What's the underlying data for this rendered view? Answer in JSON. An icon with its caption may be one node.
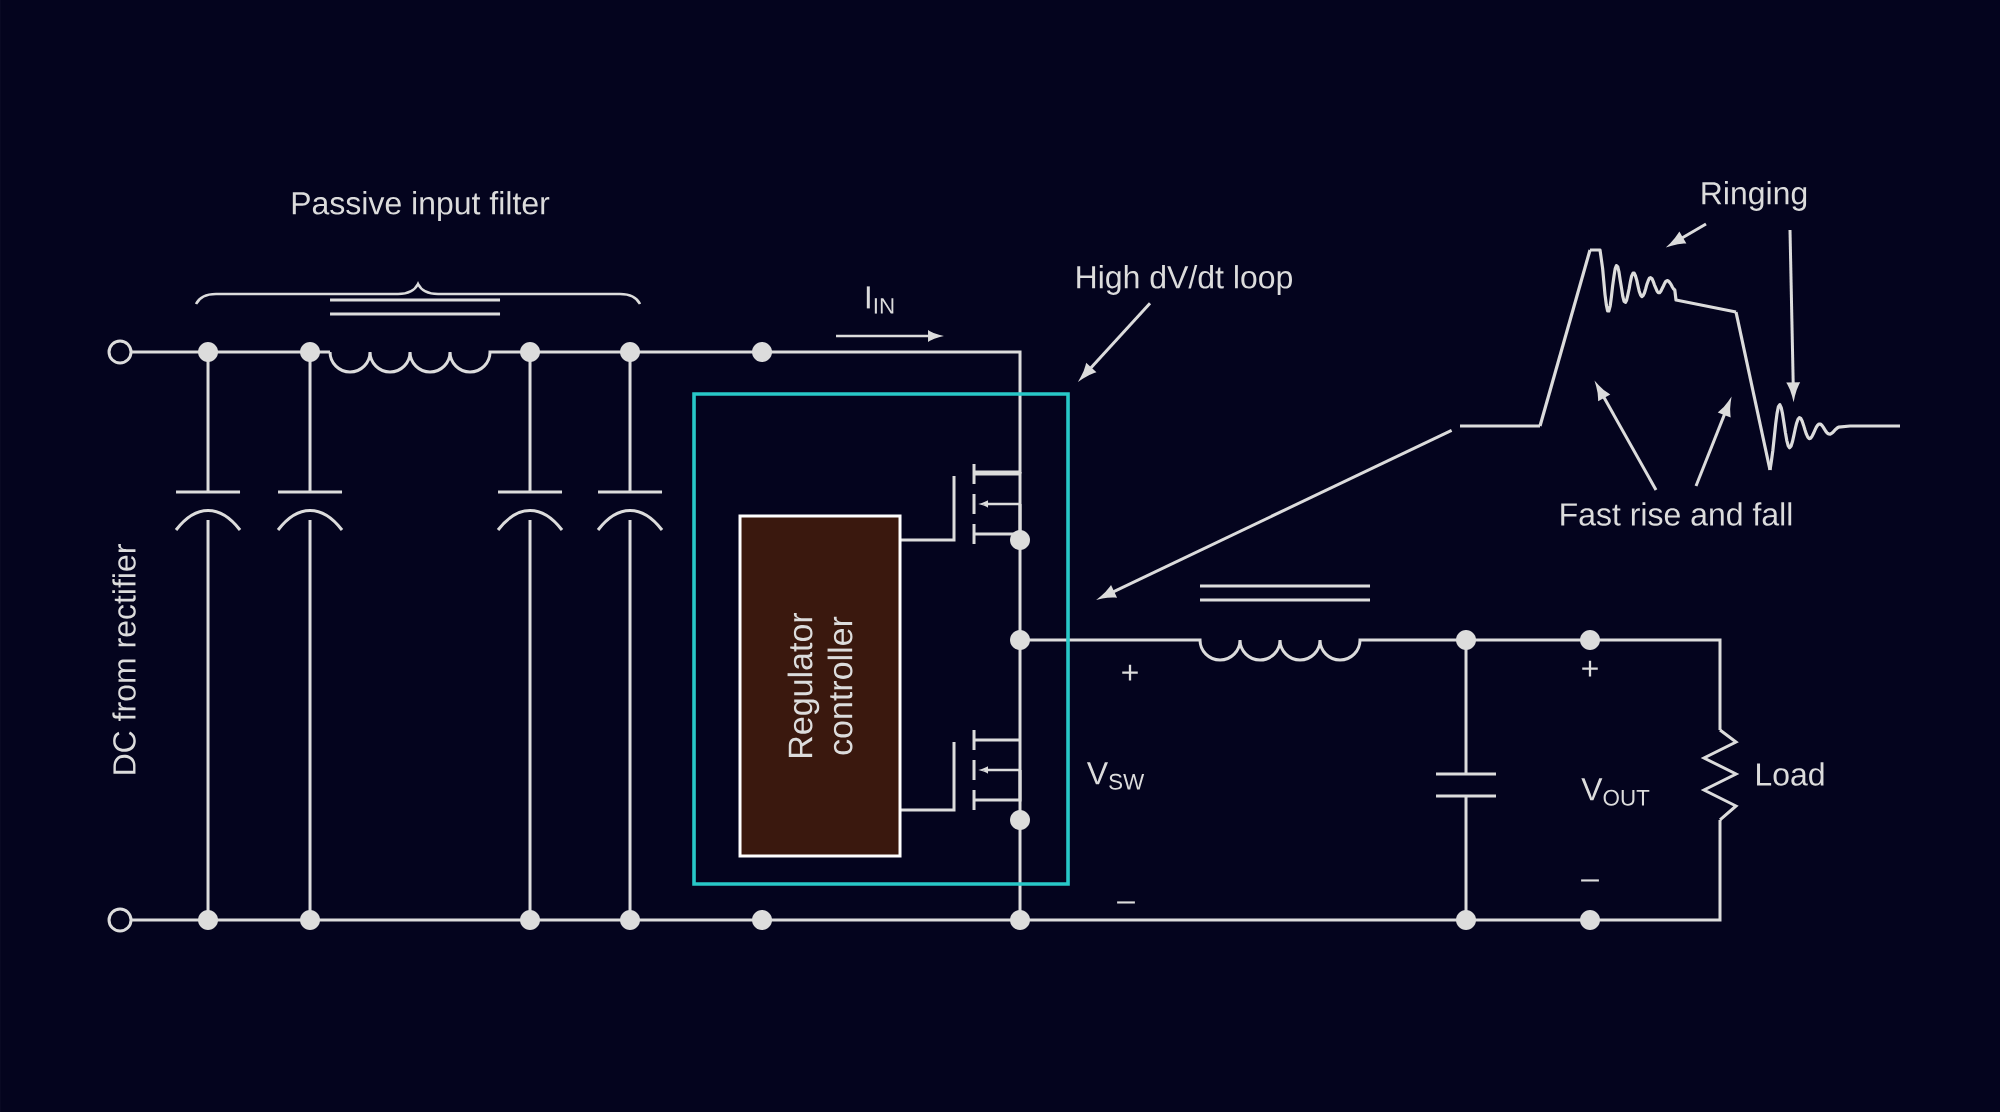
{
  "diagram": {
    "nodes": [
      {
        "text": [
          "High dV/dt loop"
        ]
      },
      {
        "text": [],
        "shape": "box"
      },
      {
        "text": [
          "Regulator controller"
        ],
        "in": 1
      },
      {
        "text": [
          "Ringing"
        ]
      },
      {
        "text": [],
        "shape": "picture"
      },
      {
        "text": [
          "Fast rise and fall"
        ]
      },
      {
        "text": [],
        "shape": "picture"
      },
      {
        "text": [],
        "shape": "picture"
      },
      {
        "text": [],
        "shape": "picture"
      },
      {
        "text": [],
        "shape": "picture"
      }
    ],
    "edges": [
      {
        "from": 0,
        "to": 1,
        "arrow": "to"
      },
      {
        "from": 3,
        "to": 7,
        "arrow": "to"
      },
      {
        "from": 3,
        "to": 9,
        "arrow": "to"
      },
      {
        "from": 5,
        "to": 6,
        "arrow": "to"
      },
      {
        "from": 5,
        "to": 8,
        "arrow": "to"
      },
      {
        "from": 4,
        "to": null,
        "arrow": "to"
      }
    ],
    "labels": [
      "Passive input filter",
      "DC from rectifier",
      "I$_{IN}$",
      "+",
      "V$_{SW}$",
      "–",
      "+",
      "V$_{OUT}$",
      "–",
      "Load"
    ]
  }
}
